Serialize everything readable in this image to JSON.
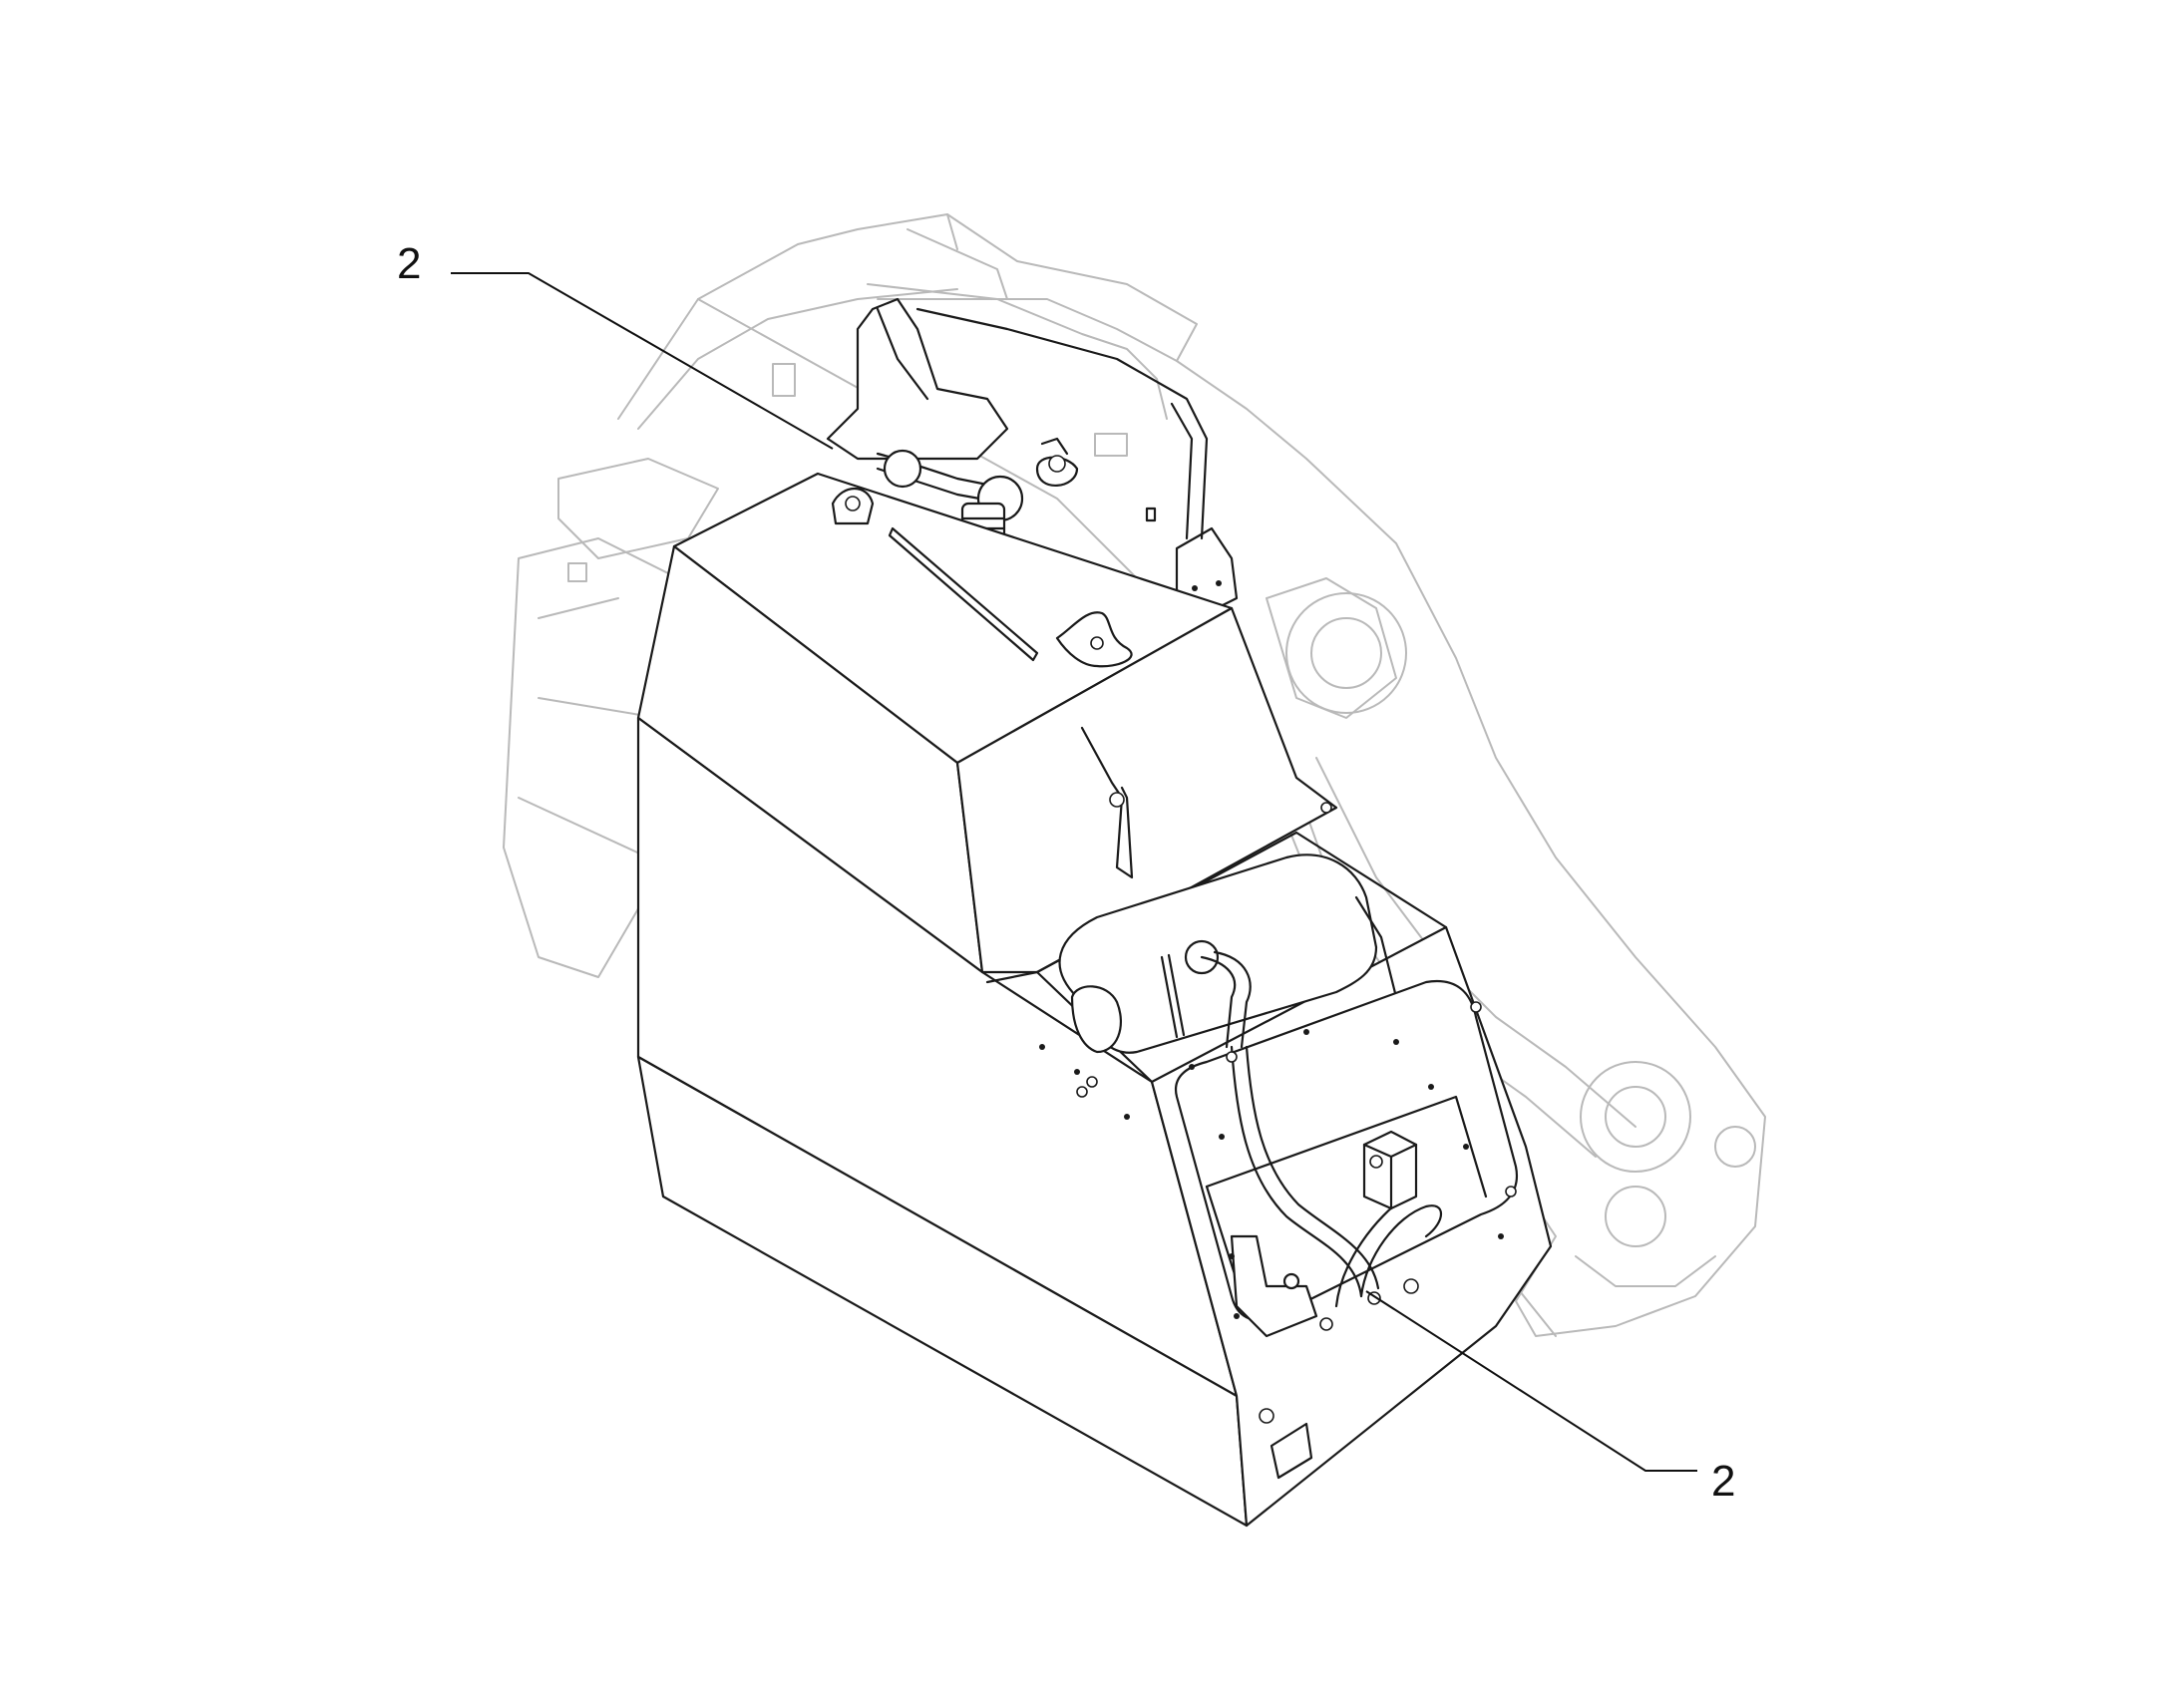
{
  "callouts": [
    {
      "id": "callout-top-left",
      "label": "2"
    },
    {
      "id": "callout-bottom-right",
      "label": "2"
    }
  ],
  "colors": {
    "background": "#ffffff",
    "part_stroke": "#1a1a1a",
    "context_stroke": "#b9b9b9"
  }
}
